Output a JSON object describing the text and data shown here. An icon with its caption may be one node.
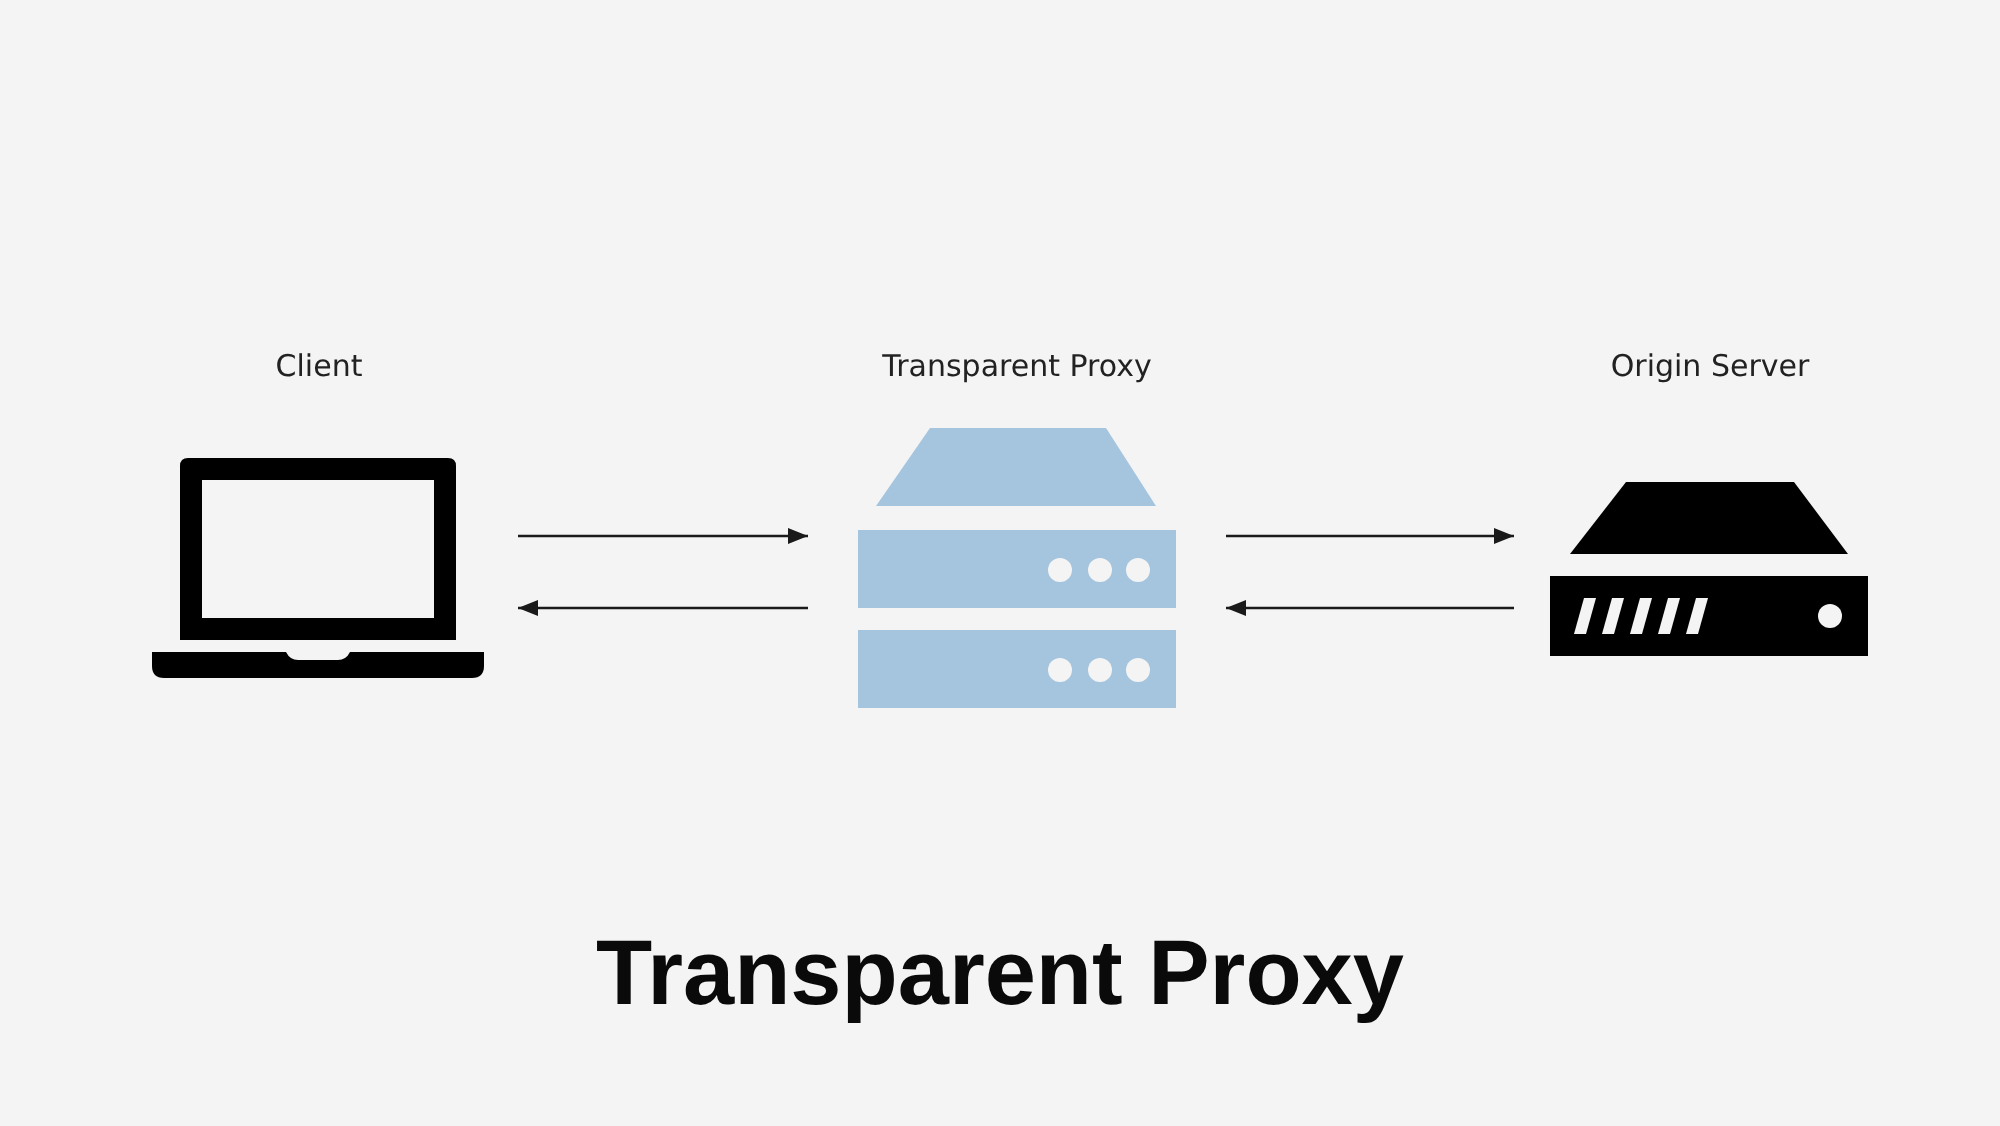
{
  "diagram": {
    "title": "Transparent Proxy",
    "nodes": [
      {
        "text": [
          "Client"
        ]
      },
      {
        "text": [
          "Transparent Proxy"
        ]
      },
      {
        "text": [
          "Origin Server"
        ]
      }
    ],
    "edges": [
      {
        "from": 0,
        "to": 1,
        "arrow": "to"
      },
      {
        "from": 1,
        "to": 0,
        "arrow": "to"
      },
      {
        "from": 1,
        "to": 2,
        "arrow": "to"
      },
      {
        "from": 2,
        "to": 1,
        "arrow": "to"
      }
    ]
  }
}
